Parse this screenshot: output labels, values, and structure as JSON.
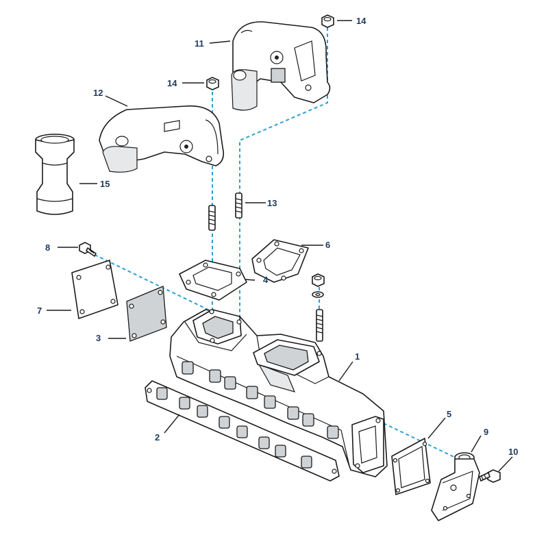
{
  "colors": {
    "callout_text": "#1f3a5f",
    "guide_line": "#2a9fd6",
    "line_art": "#1a1a1a",
    "port_fill": "#cfd3d6"
  },
  "callouts": [
    {
      "id": "c1",
      "label": "1"
    },
    {
      "id": "c2",
      "label": "2"
    },
    {
      "id": "c3",
      "label": "3"
    },
    {
      "id": "c4",
      "label": "4"
    },
    {
      "id": "c5",
      "label": "5"
    },
    {
      "id": "c6",
      "label": "6"
    },
    {
      "id": "c7",
      "label": "7"
    },
    {
      "id": "c8",
      "label": "8"
    },
    {
      "id": "c9",
      "label": "9"
    },
    {
      "id": "c10",
      "label": "10"
    },
    {
      "id": "c11",
      "label": "11"
    },
    {
      "id": "c12",
      "label": "12"
    },
    {
      "id": "c13",
      "label": "13"
    },
    {
      "id": "c14a",
      "label": "14"
    },
    {
      "id": "c14b",
      "label": "14"
    },
    {
      "id": "c15",
      "label": "15"
    }
  ]
}
